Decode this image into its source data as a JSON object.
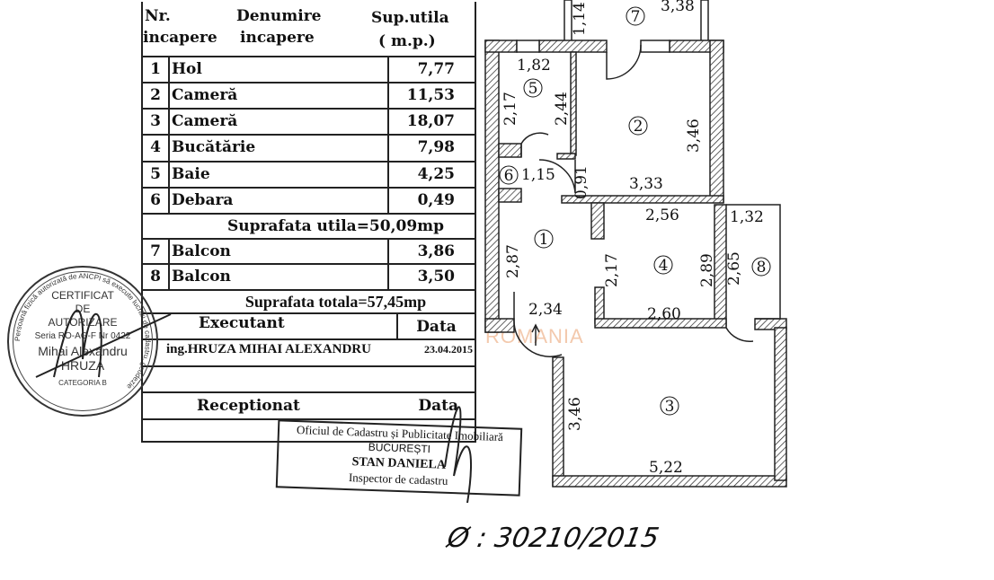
{
  "table": {
    "headers": {
      "nr": "Nr.",
      "nr2": "incapere",
      "name": "Denumire",
      "name2": "incapere",
      "area": "Sup.utila",
      "area2": "( m.p.)"
    },
    "rooms": [
      {
        "nr": "1",
        "name": "Hol",
        "area": "7,77"
      },
      {
        "nr": "2",
        "name": "Cameră",
        "area": "11,53"
      },
      {
        "nr": "3",
        "name": "Cameră",
        "area": "18,07"
      },
      {
        "nr": "4",
        "name": "Bucătărie",
        "area": "7,98"
      },
      {
        "nr": "5",
        "name": "Baie",
        "area": "4,25"
      },
      {
        "nr": "6",
        "name": "Debara",
        "area": "0,49"
      }
    ],
    "useful_total": "Suprafata utila=50,09mp",
    "balconies": [
      {
        "nr": "7",
        "name": "Balcon",
        "area": "3,86"
      },
      {
        "nr": "8",
        "name": "Balcon",
        "area": "3,50"
      }
    ],
    "grand_total": "Suprafata totala=57,45mp",
    "executant_label": "Executant",
    "date_label": "Data",
    "executant_name": "ing.HRUZA MIHAI ALEXANDRU",
    "executant_date": "23.04.2015",
    "received_label": "Receptionat",
    "received_date_label": "Data"
  },
  "stamp_round": {
    "outer": "Persoană fizică autorizată de ANCPI să execute lucrări de cadastru, geodezie",
    "line1": "CERTIFICAT",
    "line2": "DE",
    "line3": "AUTORIZARE",
    "line4": "Seria RO-AG-F Nr 0422",
    "line5": "Mihai Alexandru",
    "line6": "HRUZA",
    "line7": "CATEGORIA B"
  },
  "stamp_office": {
    "line1": "Oficiul de Cadastru și Publicitate Imobiliară",
    "line2": "BUCUREȘTI",
    "line3": "STAN DANIELA",
    "line4": "Inspector de cadastru"
  },
  "handwritten_number": "30210/2015",
  "watermark": "ROMANIA",
  "plan": {
    "room_labels": [
      "1",
      "2",
      "3",
      "4",
      "5",
      "6",
      "7",
      "8"
    ],
    "dims": {
      "b7_w": "3,38",
      "b7_h": "1,14",
      "r5_w": "1,82",
      "r5_h": "2,17",
      "r5_h2": "2,44",
      "r2_h": "3,46",
      "r2_w": "3,33",
      "r6_w": "1,15",
      "r6_h": "0,91",
      "r4_top": "2,56",
      "r4_h": "2,89",
      "r4_h2": "2,17",
      "r4_bot": "2,60",
      "b8_w": "1,32",
      "b8_h": "2,65",
      "r1_h": "2,87",
      "r1_w": "2,34",
      "r3_h": "3,46",
      "r3_w": "5,22"
    }
  }
}
